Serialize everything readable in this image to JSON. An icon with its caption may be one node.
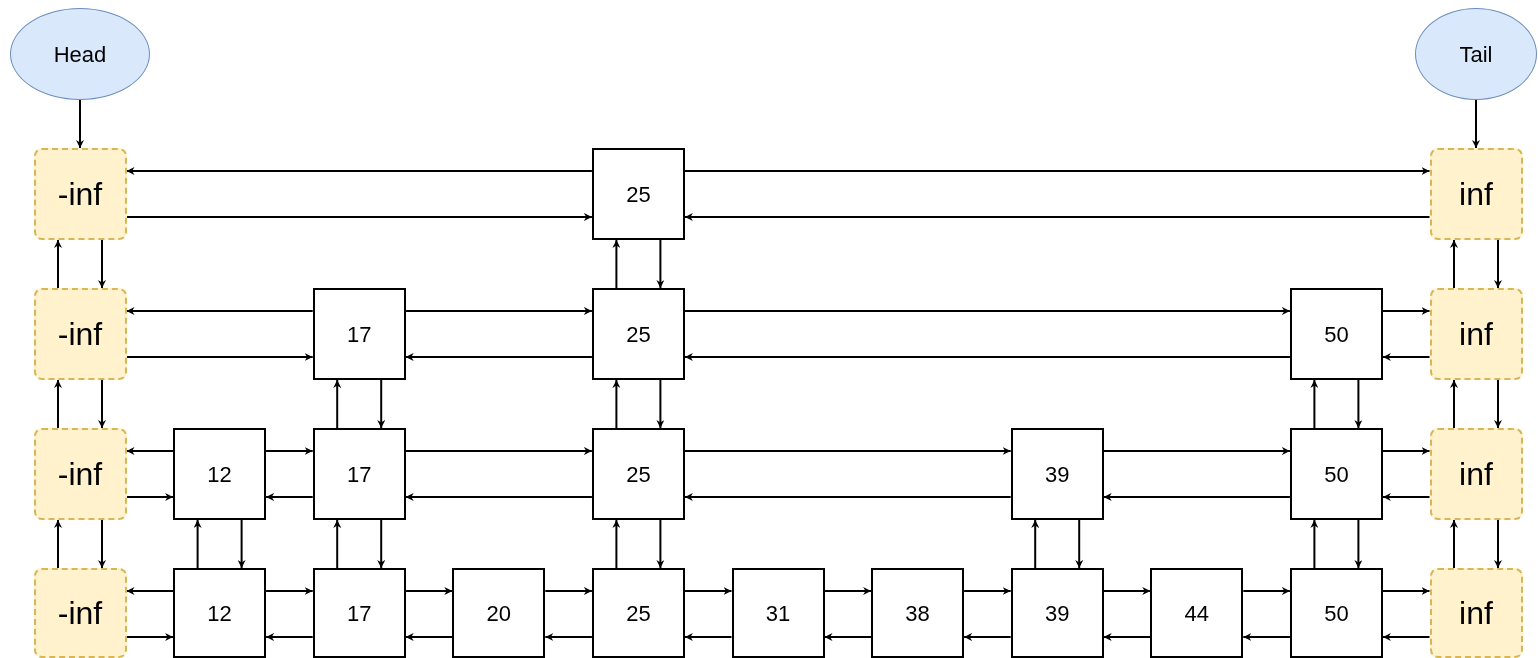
{
  "diagram": {
    "nodes": [
      {
        "text": [
          "Head"
        ]
      },
      {
        "text": [
          "Tail"
        ]
      },
      {
        "text": [
          "-inf"
        ]
      },
      {
        "text": [
          "25"
        ]
      },
      {
        "text": [
          "inf"
        ]
      },
      {
        "text": [
          "-inf"
        ]
      },
      {
        "text": [
          "17"
        ]
      },
      {
        "text": [
          "25"
        ]
      },
      {
        "text": [
          "50"
        ]
      },
      {
        "text": [
          "inf"
        ]
      },
      {
        "text": [
          "-inf"
        ]
      },
      {
        "text": [
          "12"
        ]
      },
      {
        "text": [
          "17"
        ]
      },
      {
        "text": [
          "25"
        ]
      },
      {
        "text": [
          "39"
        ]
      },
      {
        "text": [
          "50"
        ]
      },
      {
        "text": [
          "inf"
        ]
      },
      {
        "text": [
          "-inf"
        ]
      },
      {
        "text": [
          "12"
        ]
      },
      {
        "text": [
          "17"
        ]
      },
      {
        "text": [
          "20"
        ]
      },
      {
        "text": [
          "25"
        ]
      },
      {
        "text": [
          "31"
        ]
      },
      {
        "text": [
          "38"
        ]
      },
      {
        "text": [
          "39"
        ]
      },
      {
        "text": [
          "44"
        ]
      },
      {
        "text": [
          "50"
        ]
      },
      {
        "text": [
          "inf"
        ]
      }
    ],
    "edges": [
      {
        "from": 0,
        "to": 2,
        "arrow": "to"
      },
      {
        "from": 1,
        "to": 4,
        "arrow": "to"
      },
      {
        "from": 3,
        "to": 2,
        "arrow": "to"
      },
      {
        "from": 2,
        "to": 3,
        "arrow": "to"
      },
      {
        "from": 3,
        "to": 4,
        "arrow": "to"
      },
      {
        "from": 4,
        "to": 3,
        "arrow": "to"
      },
      {
        "from": 6,
        "to": 5,
        "arrow": "to"
      },
      {
        "from": 5,
        "to": 6,
        "arrow": "to"
      },
      {
        "from": 6,
        "to": 7,
        "arrow": "to"
      },
      {
        "from": 7,
        "to": 6,
        "arrow": "to"
      },
      {
        "from": 7,
        "to": 8,
        "arrow": "to"
      },
      {
        "from": 8,
        "to": 7,
        "arrow": "to"
      },
      {
        "from": 8,
        "to": 9,
        "arrow": "to"
      },
      {
        "from": 9,
        "to": 8,
        "arrow": "to"
      },
      {
        "from": 11,
        "to": 10,
        "arrow": "to"
      },
      {
        "from": 10,
        "to": 11,
        "arrow": "to"
      },
      {
        "from": 11,
        "to": 12,
        "arrow": "to"
      },
      {
        "from": 12,
        "to": 11,
        "arrow": "to"
      },
      {
        "from": 12,
        "to": 13,
        "arrow": "to"
      },
      {
        "from": 13,
        "to": 12,
        "arrow": "to"
      },
      {
        "from": 13,
        "to": 14,
        "arrow": "to"
      },
      {
        "from": 14,
        "to": 13,
        "arrow": "to"
      },
      {
        "from": 14,
        "to": 15,
        "arrow": "to"
      },
      {
        "from": 15,
        "to": 14,
        "arrow": "to"
      },
      {
        "from": 15,
        "to": 16,
        "arrow": "to"
      },
      {
        "from": 16,
        "to": 15,
        "arrow": "to"
      },
      {
        "from": 18,
        "to": 17,
        "arrow": "to"
      },
      {
        "from": 17,
        "to": 18,
        "arrow": "to"
      },
      {
        "from": 18,
        "to": 19,
        "arrow": "to"
      },
      {
        "from": 19,
        "to": 18,
        "arrow": "to"
      },
      {
        "from": 19,
        "to": 20,
        "arrow": "to"
      },
      {
        "from": 20,
        "to": 19,
        "arrow": "to"
      },
      {
        "from": 20,
        "to": 21,
        "arrow": "to"
      },
      {
        "from": 21,
        "to": 20,
        "arrow": "to"
      },
      {
        "from": 21,
        "to": 22,
        "arrow": "to"
      },
      {
        "from": 22,
        "to": 21,
        "arrow": "to"
      },
      {
        "from": 22,
        "to": 23,
        "arrow": "to"
      },
      {
        "from": 23,
        "to": 22,
        "arrow": "to"
      },
      {
        "from": 23,
        "to": 24,
        "arrow": "to"
      },
      {
        "from": 24,
        "to": 23,
        "arrow": "to"
      },
      {
        "from": 24,
        "to": 25,
        "arrow": "to"
      },
      {
        "from": 25,
        "to": 24,
        "arrow": "to"
      },
      {
        "from": 25,
        "to": 26,
        "arrow": "to"
      },
      {
        "from": 26,
        "to": 25,
        "arrow": "to"
      },
      {
        "from": 26,
        "to": 27,
        "arrow": "to"
      },
      {
        "from": 27,
        "to": 26,
        "arrow": "to"
      },
      {
        "from": 5,
        "to": 2,
        "arrow": "to"
      },
      {
        "from": 2,
        "to": 5,
        "arrow": "to"
      },
      {
        "from": 10,
        "to": 5,
        "arrow": "to"
      },
      {
        "from": 5,
        "to": 10,
        "arrow": "to"
      },
      {
        "from": 17,
        "to": 10,
        "arrow": "to"
      },
      {
        "from": 10,
        "to": 17,
        "arrow": "to"
      },
      {
        "from": 7,
        "to": 3,
        "arrow": "to"
      },
      {
        "from": 3,
        "to": 7,
        "arrow": "to"
      },
      {
        "from": 13,
        "to": 7,
        "arrow": "to"
      },
      {
        "from": 7,
        "to": 13,
        "arrow": "to"
      },
      {
        "from": 21,
        "to": 13,
        "arrow": "to"
      },
      {
        "from": 13,
        "to": 21,
        "arrow": "to"
      },
      {
        "from": 9,
        "to": 4,
        "arrow": "to"
      },
      {
        "from": 4,
        "to": 9,
        "arrow": "to"
      },
      {
        "from": 16,
        "to": 9,
        "arrow": "to"
      },
      {
        "from": 9,
        "to": 16,
        "arrow": "to"
      },
      {
        "from": 27,
        "to": 16,
        "arrow": "to"
      },
      {
        "from": 16,
        "to": 27,
        "arrow": "to"
      },
      {
        "from": 12,
        "to": 6,
        "arrow": "to"
      },
      {
        "from": 6,
        "to": 12,
        "arrow": "to"
      },
      {
        "from": 19,
        "to": 12,
        "arrow": "to"
      },
      {
        "from": 12,
        "to": 19,
        "arrow": "to"
      },
      {
        "from": 15,
        "to": 8,
        "arrow": "to"
      },
      {
        "from": 8,
        "to": 15,
        "arrow": "to"
      },
      {
        "from": 26,
        "to": 15,
        "arrow": "to"
      },
      {
        "from": 15,
        "to": 26,
        "arrow": "to"
      },
      {
        "from": 18,
        "to": 11,
        "arrow": "to"
      },
      {
        "from": 11,
        "to": 18,
        "arrow": "to"
      },
      {
        "from": 24,
        "to": 14,
        "arrow": "to"
      },
      {
        "from": 14,
        "to": 24,
        "arrow": "to"
      }
    ]
  }
}
